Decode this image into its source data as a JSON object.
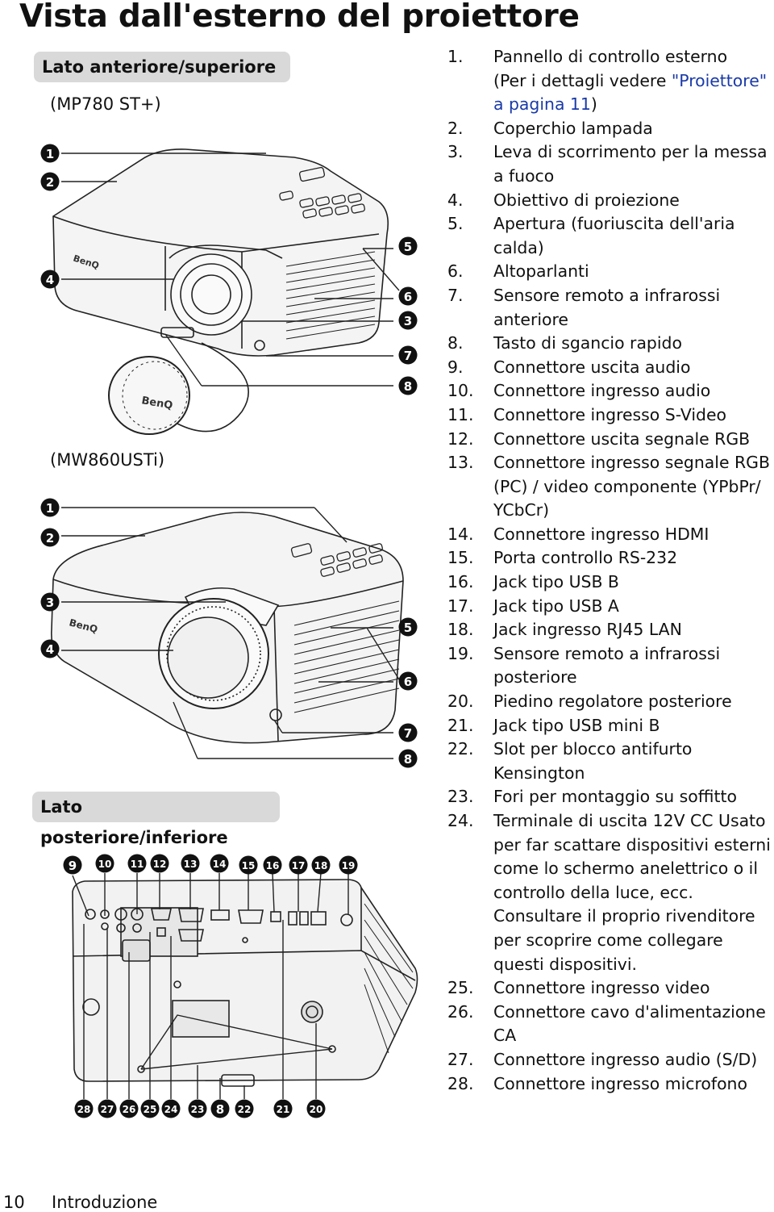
{
  "page": {
    "title": "Vista dall'esterno del proiettore",
    "section_front": "Lato anteriore/superiore",
    "section_rear": "Lato posteriore/inferiore",
    "model_1": "(MP780 ST+)",
    "model_2": "(MW860USTi)",
    "brand_logo": "BenQ"
  },
  "list": [
    {
      "num": "1.",
      "lines": [
        "Pannello di controllo esterno"
      ],
      "sub": "(Per i dettagli vedere ",
      "link": "\"Proiettore\" a pagina 11",
      "sub_end": ")"
    },
    {
      "num": "2.",
      "text": "Coperchio lampada"
    },
    {
      "num": "3.",
      "text": "Leva di scorrimento per la messa a fuoco"
    },
    {
      "num": "4.",
      "text": "Obiettivo di proiezione"
    },
    {
      "num": "5.",
      "text": "Apertura (fuoriuscita dell'aria calda)"
    },
    {
      "num": "6.",
      "text": "Altoparlanti"
    },
    {
      "num": "7.",
      "text": "Sensore remoto a infrarossi anteriore"
    },
    {
      "num": "8.",
      "text": "Tasto di sgancio rapido"
    },
    {
      "num": "9.",
      "text": "Connettore uscita audio"
    },
    {
      "num": "10.",
      "text": "Connettore ingresso audio"
    },
    {
      "num": "11.",
      "text": "Connettore ingresso S-Video"
    },
    {
      "num": "12.",
      "text": "Connettore uscita segnale RGB"
    },
    {
      "num": "13.",
      "text": "Connettore ingresso segnale RGB (PC) / video componente (YPbPr/ YCbCr)"
    },
    {
      "num": "14.",
      "text": "Connettore ingresso HDMI"
    },
    {
      "num": "15.",
      "text": "Porta controllo RS-232"
    },
    {
      "num": "16.",
      "text": "Jack tipo USB B"
    },
    {
      "num": "17.",
      "text": "Jack tipo USB A"
    },
    {
      "num": "18.",
      "text": "Jack ingresso RJ45 LAN"
    },
    {
      "num": "19.",
      "text": "Sensore remoto a infrarossi posteriore"
    },
    {
      "num": "20.",
      "text": "Piedino regolatore posteriore"
    },
    {
      "num": "21.",
      "text": "Jack tipo USB mini B"
    },
    {
      "num": "22.",
      "text": "Slot per blocco antifurto Kensington"
    },
    {
      "num": "23.",
      "text": "Fori per montaggio su soffitto"
    },
    {
      "num": "24.",
      "text": "Terminale di uscita 12V CC Usato per far scattare dispositivi esterni come lo schermo anelettrico o il controllo della luce, ecc. Consultare il proprio rivenditore per scoprire come collegare questi dispositivi."
    },
    {
      "num": "25.",
      "text": "Connettore ingresso video"
    },
    {
      "num": "26.",
      "text": "Connettore cavo d'alimentazione CA"
    },
    {
      "num": "27.",
      "text": "Connettore ingresso audio (S/D)"
    },
    {
      "num": "28.",
      "text": "Connettore ingresso microfono"
    }
  ],
  "callouts": {
    "top_left": [
      "1",
      "2",
      "4"
    ],
    "top_right": [
      "5",
      "6",
      "3",
      "7",
      "8"
    ],
    "mid_left": [
      "1",
      "2",
      "3",
      "4"
    ],
    "mid_right": [
      "5",
      "6",
      "7",
      "8"
    ],
    "rear_top": [
      "9",
      "10",
      "11",
      "12",
      "13",
      "14",
      "15",
      "16",
      "17",
      "18",
      "19"
    ],
    "rear_bottom": [
      "28",
      "27",
      "26",
      "25",
      "24",
      "23",
      "8",
      "22",
      "21",
      "20"
    ]
  },
  "footer": {
    "page_number": "10",
    "section": "Introduzione"
  }
}
